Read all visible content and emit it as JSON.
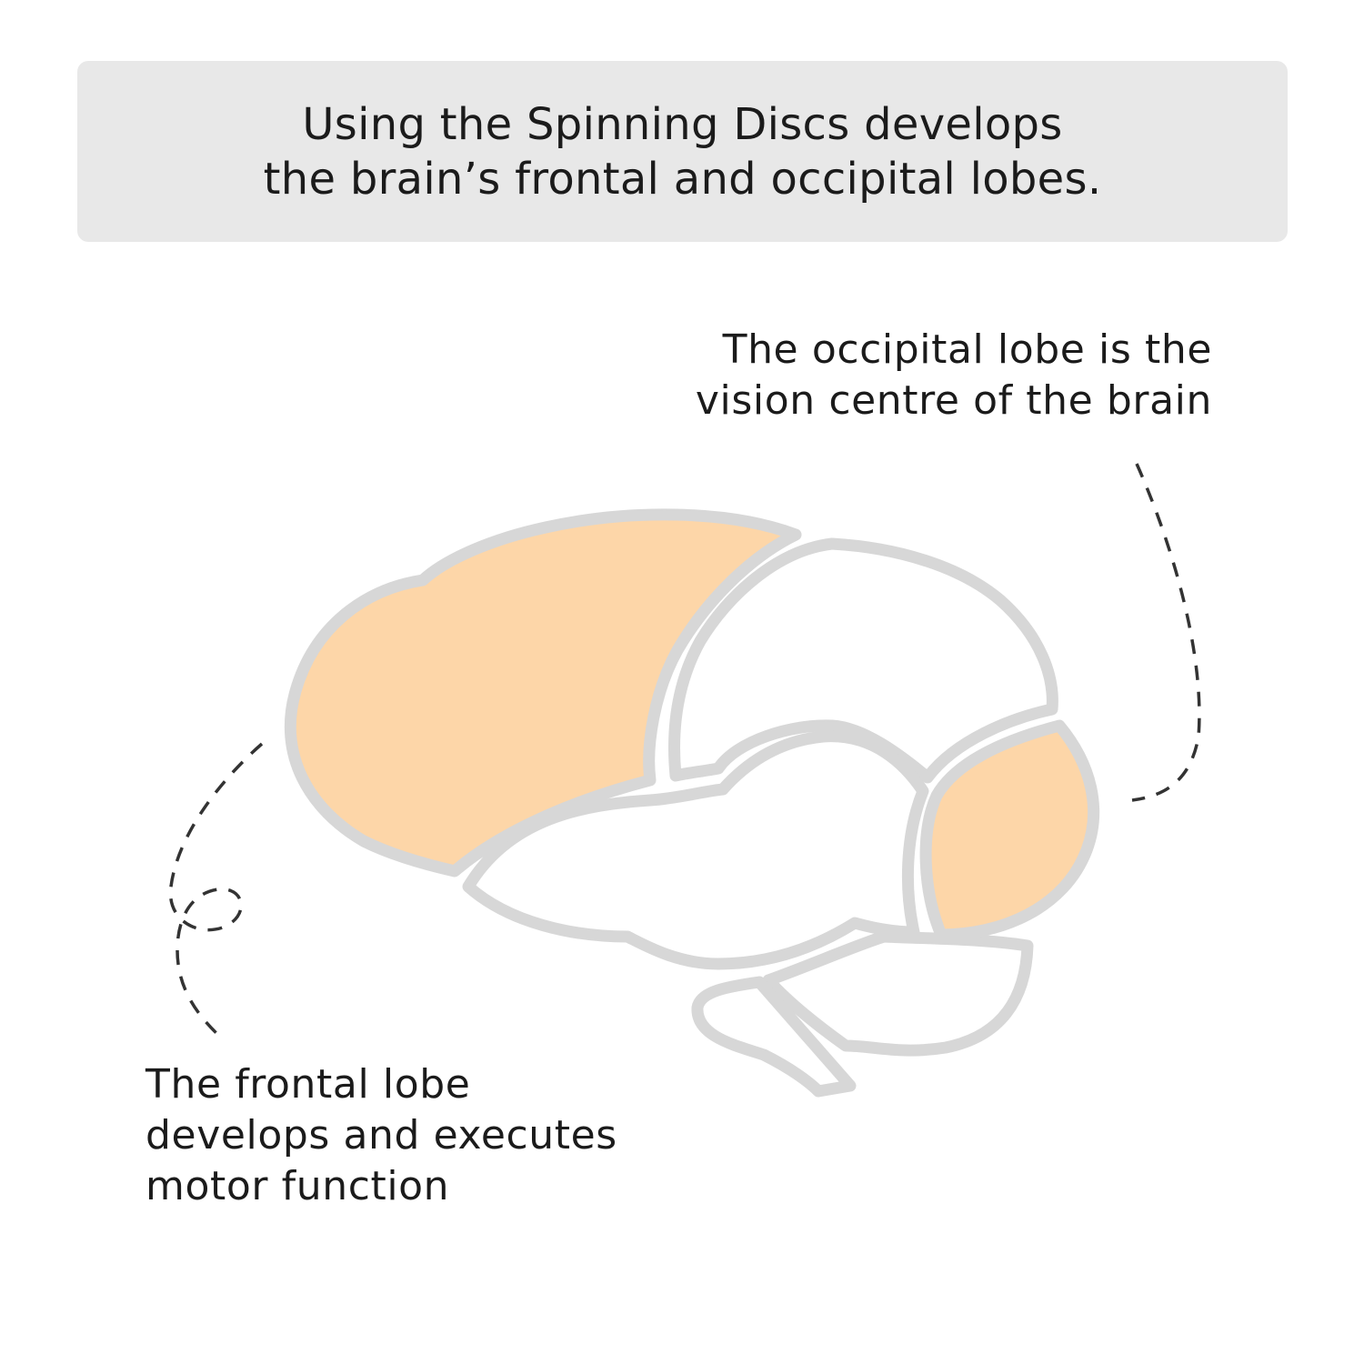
{
  "header": {
    "lines": [
      "Using the Spinning Discs develops",
      "the brain’s frontal and occipital lobes."
    ]
  },
  "captions": {
    "occipital": {
      "lines": [
        "The occipital lobe is the",
        "vision centre of the brain"
      ]
    },
    "frontal": {
      "lines": [
        "The frontal lobe",
        "develops and executes",
        "motor function"
      ]
    }
  },
  "colors": {
    "highlight": "#fdd6a8",
    "outline": "#d7d7d7",
    "header_bg": "#e8e8e8",
    "dash": "#333333"
  }
}
